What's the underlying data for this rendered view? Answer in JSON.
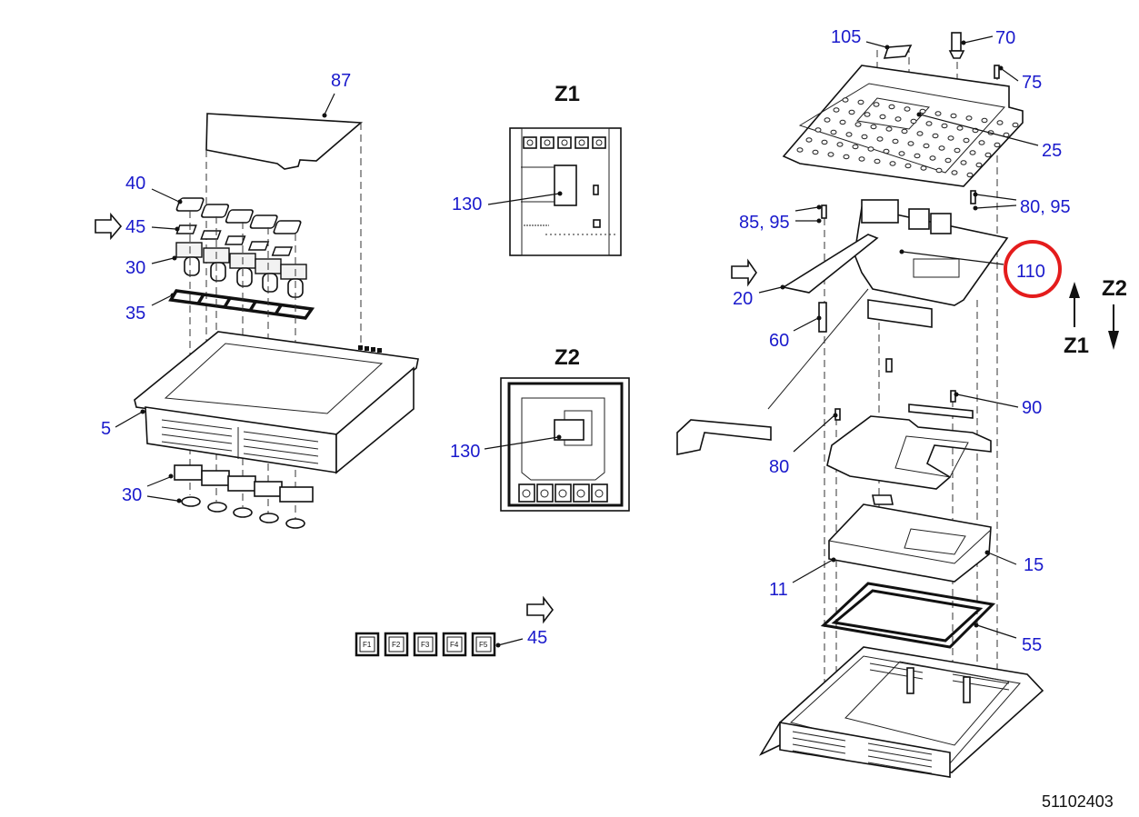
{
  "diagram": {
    "type": "exploded-parts-view",
    "document_number": "51102403",
    "zoom_views": [
      {
        "id": "Z1",
        "title": "Z1",
        "callout": "130"
      },
      {
        "id": "Z2",
        "title": "Z2",
        "callout": "130"
      }
    ],
    "left_assembly_labels": {
      "l87": "87",
      "l40": "40",
      "l45": "45",
      "l30a": "30",
      "l35": "35",
      "l5": "5",
      "l30b": "30"
    },
    "function_keys": {
      "keys": [
        "F1",
        "F2",
        "F3",
        "F4",
        "F5"
      ],
      "callout": "45"
    },
    "right_assembly_labels": {
      "l105": "105",
      "l70": "70",
      "l75": "75",
      "l25": "25",
      "l8095": "80, 95",
      "l8595": "85, 95",
      "l110": "110",
      "l20": "20",
      "l60": "60",
      "l90": "90",
      "l80": "80",
      "l15": "15",
      "l11": "11",
      "l55": "55"
    },
    "highlighted_part": "110",
    "highlight_color": "#e41c1c",
    "label_color": "#1a1acc",
    "direction_indicators": {
      "up_label": "Z1",
      "down_label": "Z2"
    }
  }
}
